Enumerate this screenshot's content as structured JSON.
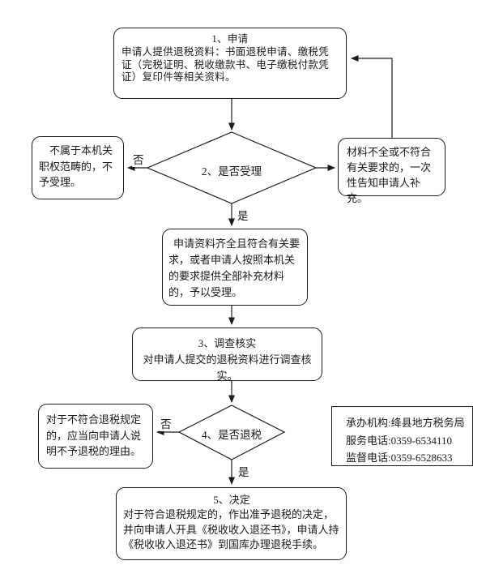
{
  "page": {
    "background_color": "#ffffff",
    "line_color": "#1a1a1a",
    "text_color": "#1a1a1a"
  },
  "flowchart": {
    "step1": {
      "title": "1、申请",
      "body": "申请人提供退税资料：书面退税申请、缴税凭证（完税证明、税收缴款书、电子缴税付款凭证）复印件等相关资料。"
    },
    "decision2": {
      "label": "2、是否受理"
    },
    "not_accepted": {
      "body": "不属于本机关职权范畴的，不予受理。"
    },
    "supplement": {
      "body": "材料不全或不符合有关要求的，一次性告知申请人补充。"
    },
    "accepted": {
      "body": "申请资料齐全且符合有关要求，或者申请人按照本机关的要求提供全部补充材料的，予以受理。"
    },
    "step3": {
      "title": "3、调查核实",
      "body": "对申请人提交的退税资料进行调查核实。"
    },
    "decision4": {
      "label": "4、是否退税"
    },
    "refusal": {
      "body": "对于不符合退税规定的，应当向申请人说明不予退税的理由。"
    },
    "step5": {
      "title": "5、决定",
      "body": "对于符合退税规定的，作出准予退税的决定，并向申请人开具《税收收入退还书》，申请人持《税收收入退还书》到国库办理退税手续。"
    },
    "labels": {
      "yes1": "是",
      "no1": "否",
      "yes2": "是",
      "no2": "否"
    },
    "contact": {
      "lines": [
        "承办机构:绛县地方税务局",
        "服务电话:0359-6534110",
        "监督电话:0359-6528633"
      ]
    }
  }
}
